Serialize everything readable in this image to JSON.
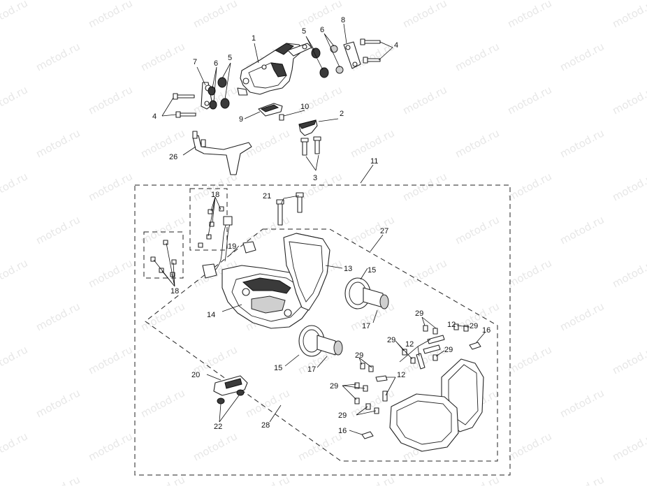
{
  "watermark": {
    "text": "motod.ru",
    "color": "#e7e7e7"
  },
  "callouts": [
    "1",
    "2",
    "3",
    "4",
    "4",
    "5",
    "5",
    "6",
    "6",
    "7",
    "8",
    "9",
    "10",
    "11",
    "12",
    "12",
    "12",
    "13",
    "14",
    "15",
    "15",
    "16",
    "16",
    "17",
    "17",
    "18",
    "18",
    "19",
    "20",
    "21",
    "22",
    "26",
    "27",
    "28",
    "29",
    "29",
    "29",
    "29",
    "29",
    "29",
    "29"
  ],
  "parts": [
    {
      "icon": "mounting-bracket-icon"
    },
    {
      "icon": "cover-cap-icon"
    },
    {
      "icon": "bolt-icon"
    },
    {
      "icon": "bushing-icon"
    },
    {
      "icon": "headlamp-housing-icon"
    },
    {
      "icon": "bulb-icon"
    },
    {
      "icon": "indicator-lens-icon"
    },
    {
      "icon": "relay-icon"
    }
  ]
}
